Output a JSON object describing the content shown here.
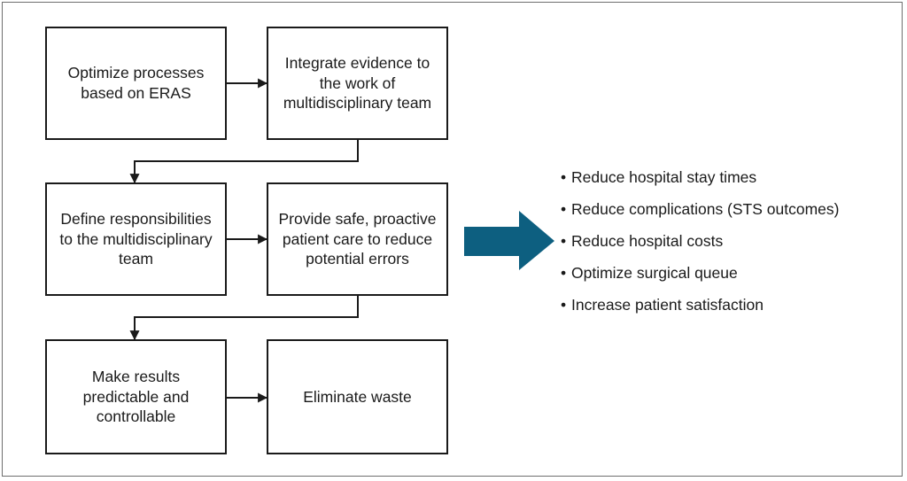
{
  "steps": [
    {
      "id": "s1",
      "text": "Optimize processes based on ERAS"
    },
    {
      "id": "s2",
      "text": "Integrate evidence to the work of multidisciplinary team"
    },
    {
      "id": "s3",
      "text": "Define responsibilities to the multidisciplinary team"
    },
    {
      "id": "s4",
      "text": "Provide safe, proactive patient care to reduce potential errors"
    },
    {
      "id": "s5",
      "text": "Make results predictable and controllable"
    },
    {
      "id": "s6",
      "text": "Eliminate waste"
    }
  ],
  "outcomes": [
    "Reduce hospital stay times",
    "Reduce complications (STS outcomes)",
    "Reduce hospital costs",
    "Optimize surgical queue",
    "Increase patient satisfaction"
  ],
  "bullet": "•",
  "colors": {
    "big_arrow": "#0d5f80",
    "line": "#1a1a1a",
    "frame": "#6e6e6e"
  }
}
